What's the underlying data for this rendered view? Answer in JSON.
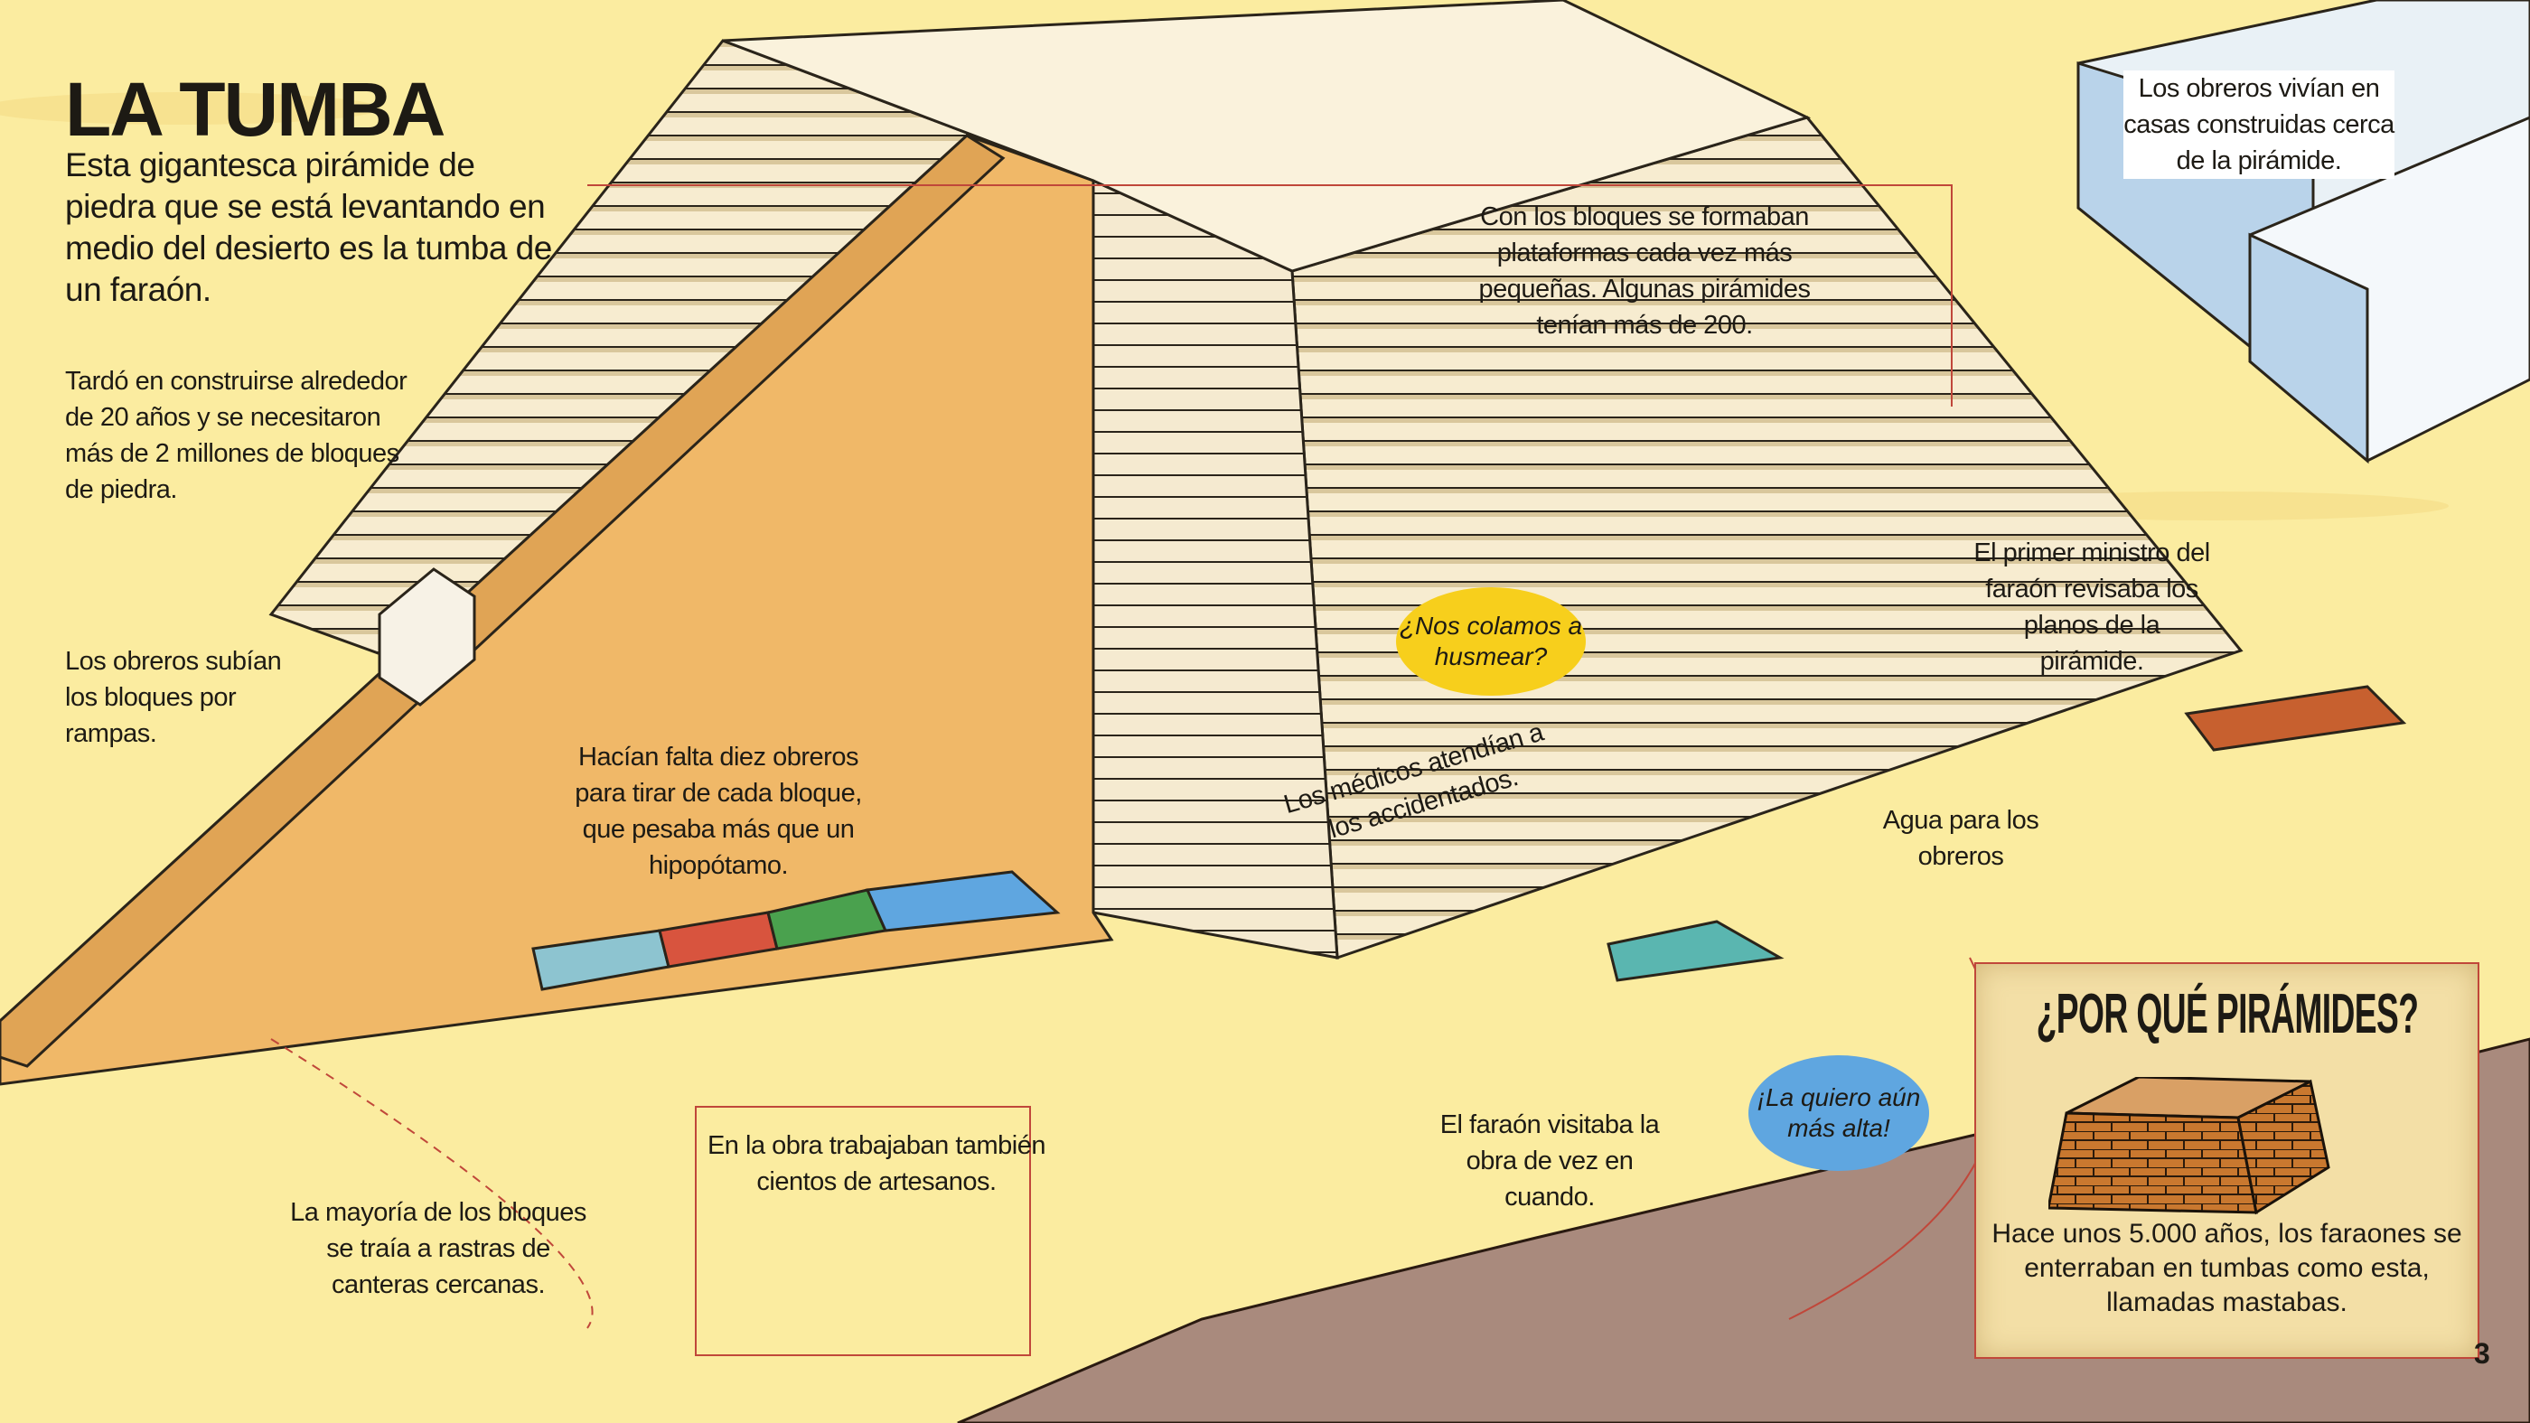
{
  "header": {
    "title": "LA TUMBA",
    "intro": "Esta gigantesca pirámide de piedra que se está levantando en medio del desierto es la tumba de un faraón."
  },
  "captions": {
    "construction_time": "Tardó en construirse alrededor de 20 años y se necesitaron más de 2 millones de bloques de piedra.",
    "ramps": "Los obreros subían los bloques por rampas.",
    "ten_workers": "Hacían falta diez obreros para tirar de cada bloque, que pesaba más que un hipopótamo.",
    "platforms": "Con los bloques se formaban plataformas cada vez más pequeñas. Algunas pirámides tenían más de 200.",
    "houses": "Los obreros vivían en casas construidas cerca de la pirámide.",
    "minister": "El primer ministro del faraón revisaba los planos de la pirámide.",
    "doctors": "Los médicos atendían a los accidentados.",
    "water": "Agua para los obreros",
    "artisans": "En la obra trabajaban también cientos de artesanos.",
    "quarries": "La mayoría de los bloques se traía a rastras de canteras cercanas.",
    "pharaoh": "El faraón visitaba la obra de vez en cuando."
  },
  "bubbles": {
    "sneak": "¿Nos colamos a husmear?",
    "higher": "¡La quiero aún más alta!"
  },
  "why_box": {
    "title": "¿POR QUÉ PIRÁMIDES?",
    "text": "Hace unos 5.000 años, los faraones se enterraban en tumbas como esta, llamadas mastabas."
  },
  "page_number": "3",
  "colors": {
    "sand": "#fbeca0",
    "ramp": "#f0b868",
    "stone": "#f7ecd0",
    "ground": "#a98a7d",
    "yellow_bubble": "#f7cf1c",
    "blue_bubble": "#5fa6e0",
    "guide_line": "#c0473a"
  }
}
